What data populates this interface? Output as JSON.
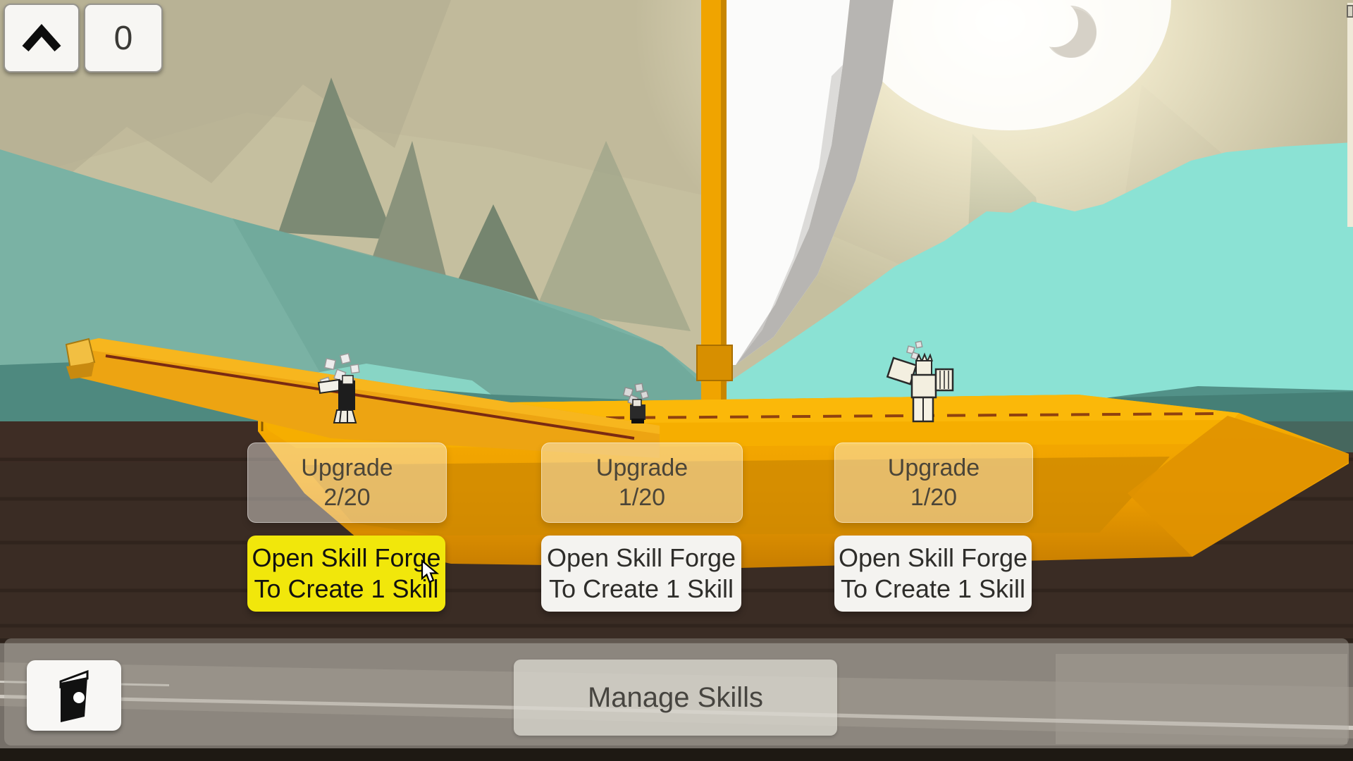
{
  "hud": {
    "toggle_button": {
      "icon": "chevron-up-icon"
    },
    "currency_counter": {
      "value": "0"
    }
  },
  "crew_slots": [
    {
      "upgrade_label": "Upgrade",
      "upgrade_progress": "2/20",
      "forge_line1": "Open Skill Forge",
      "forge_line2": "To Create 1 Skill",
      "highlighted": true
    },
    {
      "upgrade_label": "Upgrade",
      "upgrade_progress": "1/20",
      "forge_line1": "Open Skill Forge",
      "forge_line2": "To Create 1 Skill",
      "highlighted": false
    },
    {
      "upgrade_label": "Upgrade",
      "upgrade_progress": "1/20",
      "forge_line1": "Open Skill Forge",
      "forge_line2": "To Create 1 Skill",
      "highlighted": false
    }
  ],
  "bottom_bar": {
    "book_button": {
      "icon": "book-icon"
    },
    "manage_skills_label": "Manage Skills"
  },
  "scene_objects": {
    "boat": "yellow-sailboat",
    "sail": "white-sail",
    "crew_count": 3,
    "moon": "crescent-moon",
    "sun": "sun-glow"
  },
  "colors": {
    "highlight_yellow": "#F1E70B",
    "button_white": "#F4F3F0",
    "boat_orange": "#F2A300",
    "sail_white": "#FBFBFA",
    "water_teal_dark": "#4E897F",
    "mountain_turquoise": "#8BE2D4",
    "hill_gray_teal": "#7AB2A4",
    "sky_khaki": "#C5BF9F",
    "dirt_brown": "#3A2C24",
    "road_gray": "#756F68"
  }
}
